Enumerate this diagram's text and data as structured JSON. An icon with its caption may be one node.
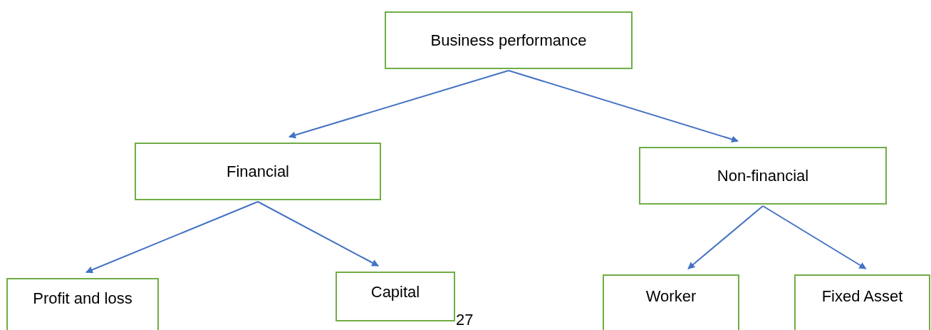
{
  "diagram": {
    "nodes": [
      {
        "text": [
          "Business performance"
        ]
      },
      {
        "text": [
          "Financial"
        ]
      },
      {
        "text": [
          "Non-financial"
        ]
      },
      {
        "text": [
          "Profit and loss"
        ]
      },
      {
        "text": [
          "Capital"
        ]
      },
      {
        "text": [
          "Worker"
        ]
      },
      {
        "text": [
          "Fixed Asset"
        ]
      }
    ],
    "edges": [
      {
        "from": 0,
        "to": 1,
        "arrow": "to"
      },
      {
        "from": 0,
        "to": 2,
        "arrow": "to"
      },
      {
        "from": 1,
        "to": 3,
        "arrow": "to"
      },
      {
        "from": 1,
        "to": 4,
        "arrow": "to"
      },
      {
        "from": 2,
        "to": 5,
        "arrow": "to"
      },
      {
        "from": 2,
        "to": 6,
        "arrow": "to"
      }
    ],
    "labels": [
      "27"
    ]
  }
}
